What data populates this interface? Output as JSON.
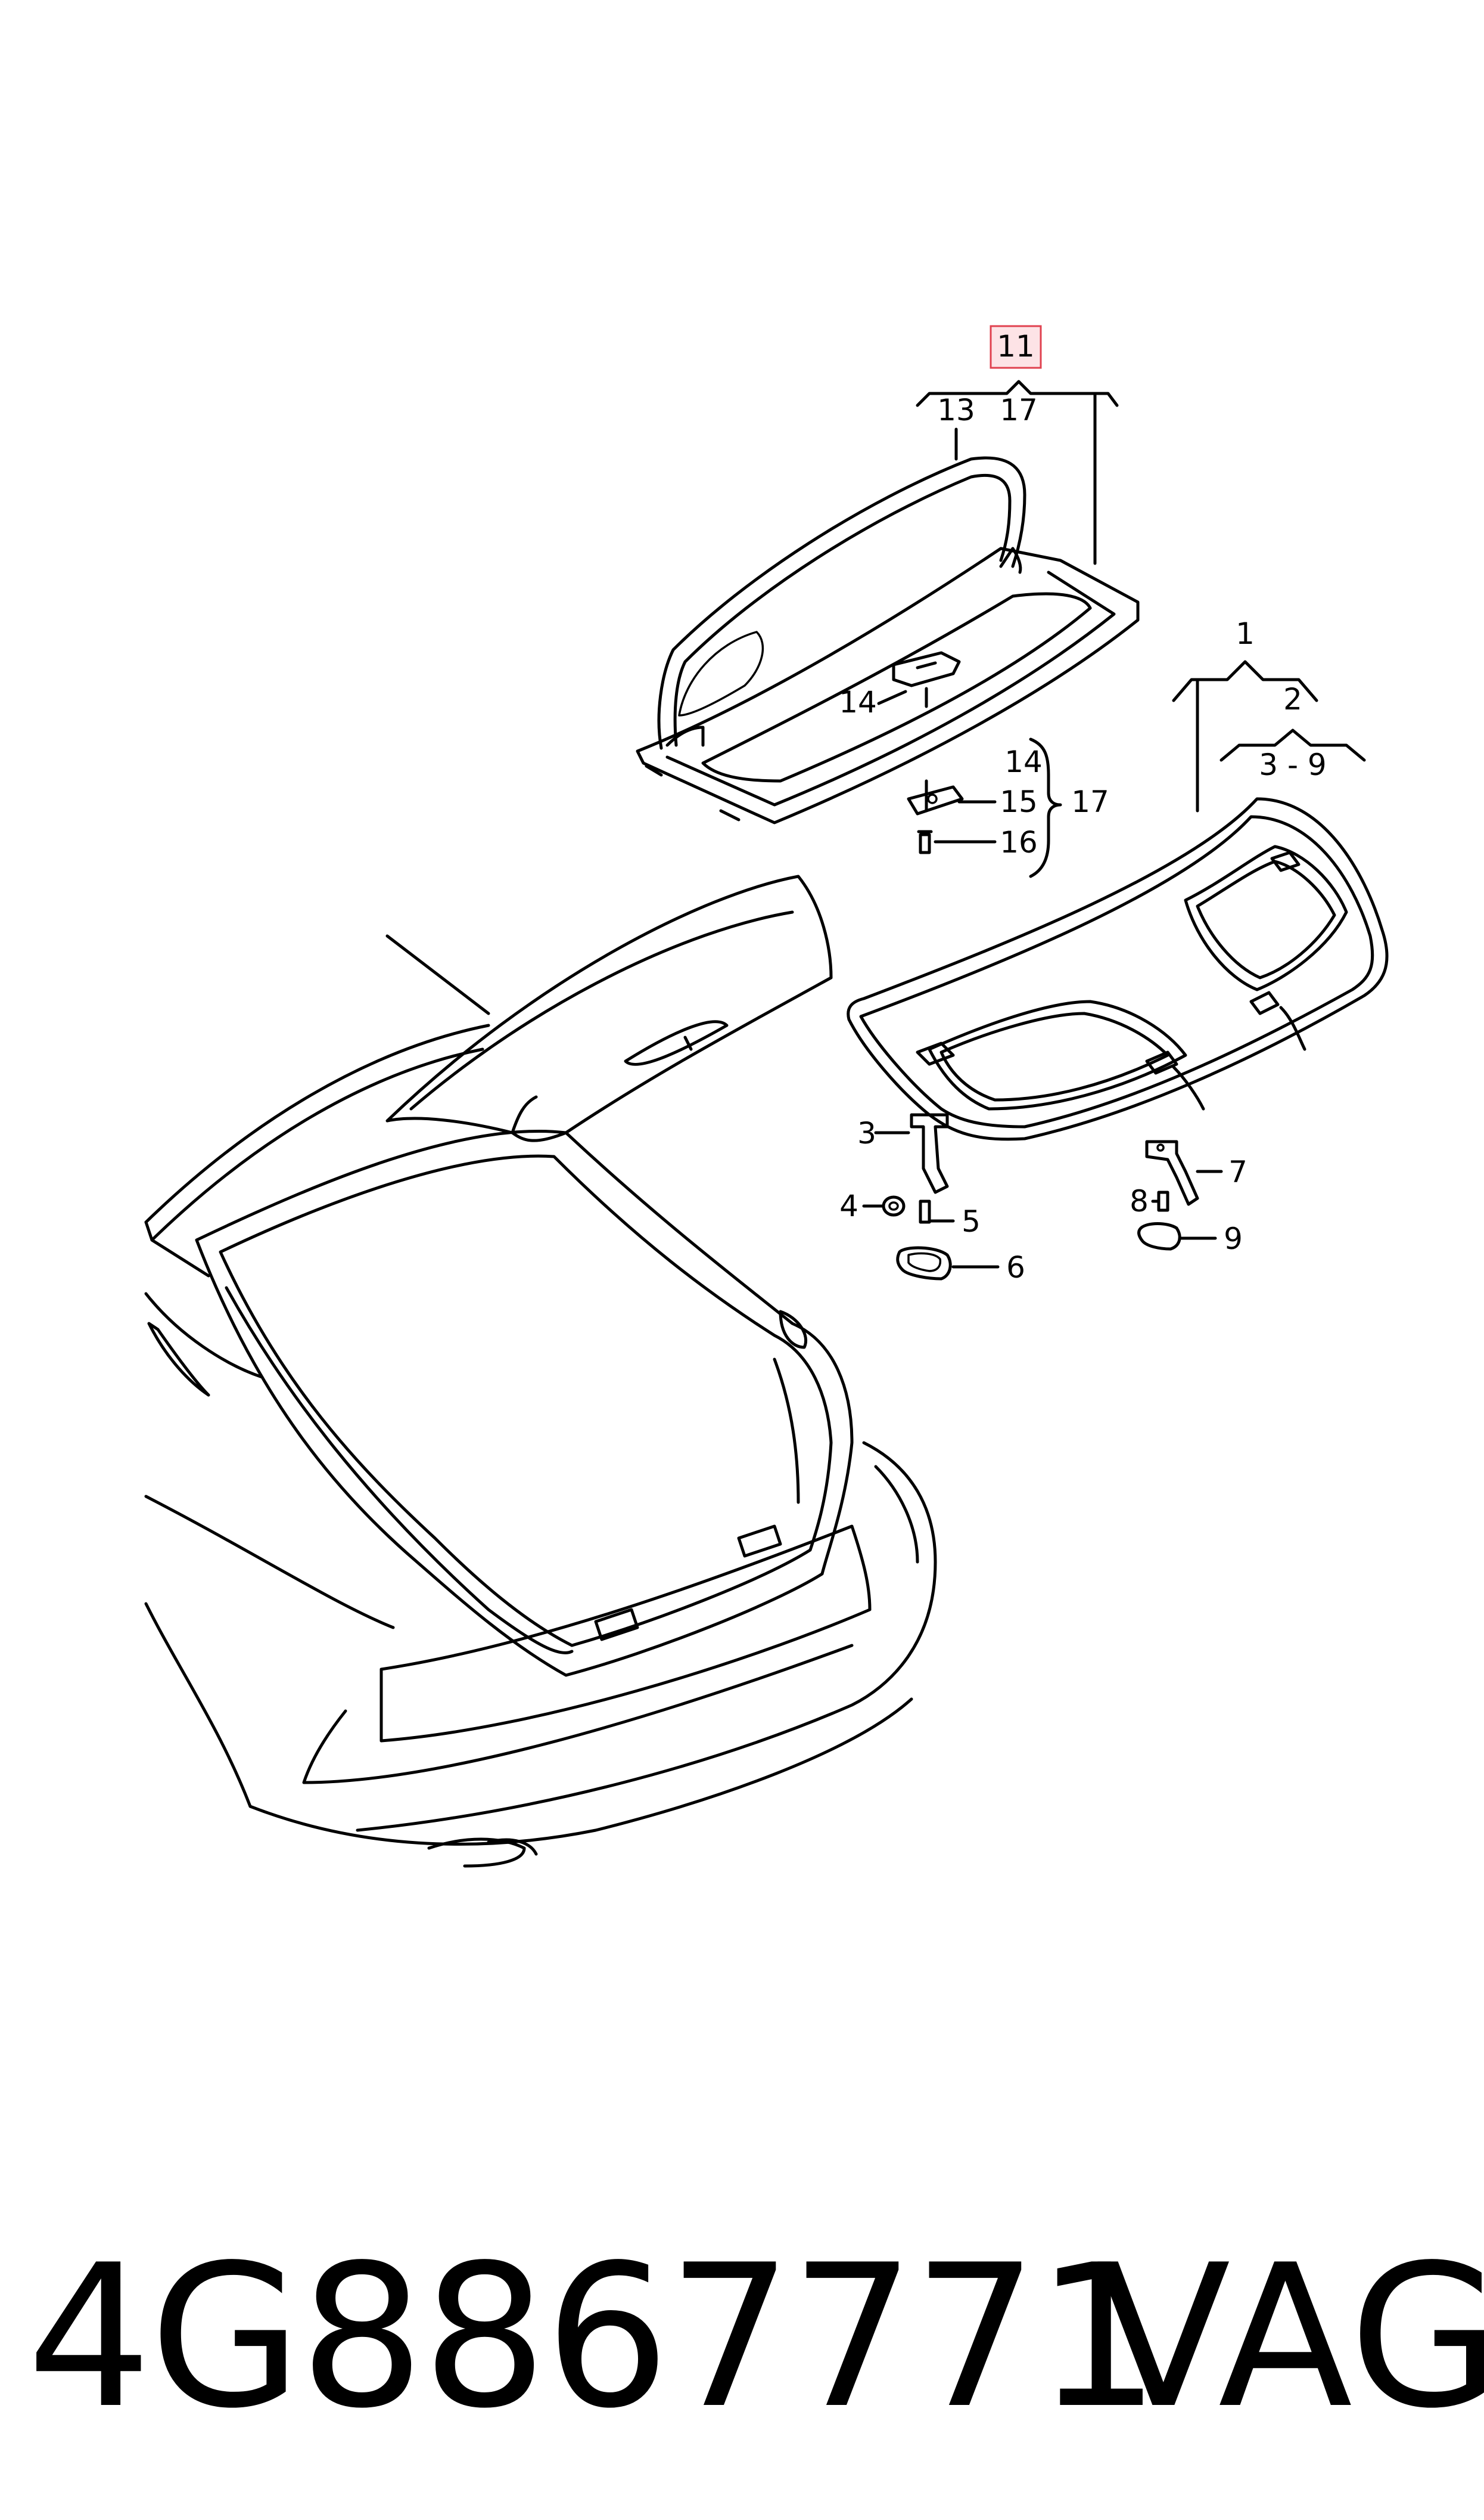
{
  "diagram": {
    "callouts": {
      "c1": "1",
      "c2": "2",
      "c3_9": "3 - 9",
      "c3": "3",
      "c4": "4",
      "c5": "5",
      "c6": "6",
      "c7": "7",
      "c8": "8",
      "c9": "9",
      "c11": "11",
      "c13": "13",
      "c17_top": "17",
      "c14_tray": "14",
      "c14": "14",
      "c15": "15",
      "c16": "16",
      "c17_right": "17"
    },
    "highlight_color": "#e0414f",
    "highlight_fill": "#fde3e6"
  },
  "footer": {
    "part_number": "4G8867771",
    "brand": "VAG"
  }
}
